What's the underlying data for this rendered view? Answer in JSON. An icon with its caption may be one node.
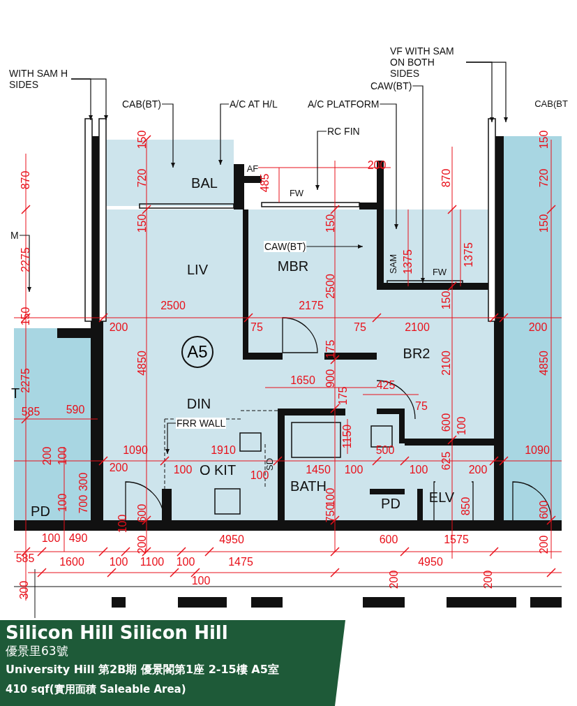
{
  "diagram": {
    "nodes": [
      {
        "text": [
          "CAB(BT)"
        ]
      },
      {
        "text": [
          "A/C AT H/L"
        ]
      },
      {
        "text": [
          "A/C PLATFORM"
        ]
      },
      {
        "text": [
          "RC FIN"
        ]
      },
      {
        "text": [
          "CAW(BT)"
        ]
      },
      {
        "text": [
          "VF WITH SAM ON BOTH SIDES"
        ]
      },
      {
        "text": [
          "CAW(BT)"
        ]
      },
      {
        "text": [
          "FRR WALL"
        ]
      },
      {
        "text": [
          "WITH SAM H SIDES"
        ]
      },
      {
        "text": [
          "M"
        ]
      },
      {
        "text": [
          "A5"
        ]
      }
    ],
    "edges": [
      {
        "from": 0,
        "to": null,
        "arrow": "to"
      },
      {
        "from": 1,
        "to": null,
        "arrow": "to"
      },
      {
        "from": 2,
        "to": null,
        "arrow": "to"
      },
      {
        "from": 3,
        "to": null,
        "arrow": "to"
      },
      {
        "from": 4,
        "to": null,
        "arrow": "to"
      },
      {
        "from": 5,
        "to": null,
        "arrow": "to"
      },
      {
        "from": 5,
        "to": null,
        "arrow": "to"
      },
      {
        "from": 6,
        "to": null,
        "arrow": "to"
      },
      {
        "from": 7,
        "to": null,
        "arrow": "to"
      },
      {
        "from": 8,
        "to": null,
        "arrow": "to"
      },
      {
        "from": 8,
        "to": null,
        "arrow": "to"
      },
      {
        "from": 9,
        "to": null,
        "arrow": "to"
      }
    ],
    "labels": [
      "CAB(BT",
      "BAL",
      "AF",
      "FW",
      "LIV",
      "MBR",
      "SAM",
      "FW",
      "BR2",
      "T",
      "DIN",
      "O KIT",
      "SD",
      "BATH",
      "PD",
      "PD",
      "ELV",
      "870",
      "2275",
      "150",
      "2275",
      "150",
      "720",
      "150",
      "4850",
      "2500",
      "485",
      "200",
      "150",
      "2500",
      "2175",
      "870",
      "1375",
      "1375",
      "150",
      "150",
      "720",
      "150",
      "200",
      "75",
      "75",
      "2100",
      "200",
      "4850",
      "175",
      "900",
      "2100",
      "1650",
      "425",
      "75",
      "175",
      "585",
      "590",
      "1150",
      "600",
      "100",
      "1090",
      "1910",
      "500",
      "1090",
      "200",
      "100",
      "200",
      "100",
      "100",
      "1450",
      "100",
      "100",
      "625",
      "200",
      "300",
      "100",
      "700",
      "600",
      "100",
      "100",
      "750",
      "850",
      "600",
      "100",
      "490",
      "200",
      "4950",
      "600",
      "1575",
      "200",
      "585",
      "1600",
      "100",
      "1100",
      "100",
      "1475",
      "4950",
      "100",
      "300",
      "200",
      "200",
      "Silicon Hill Silicon Hill",
      "優景里63號",
      "University Hill 第2B期 優景閣第1座 2-15樓 A5室",
      "410 sqf(實用面積 Saleable Area)"
    ]
  }
}
